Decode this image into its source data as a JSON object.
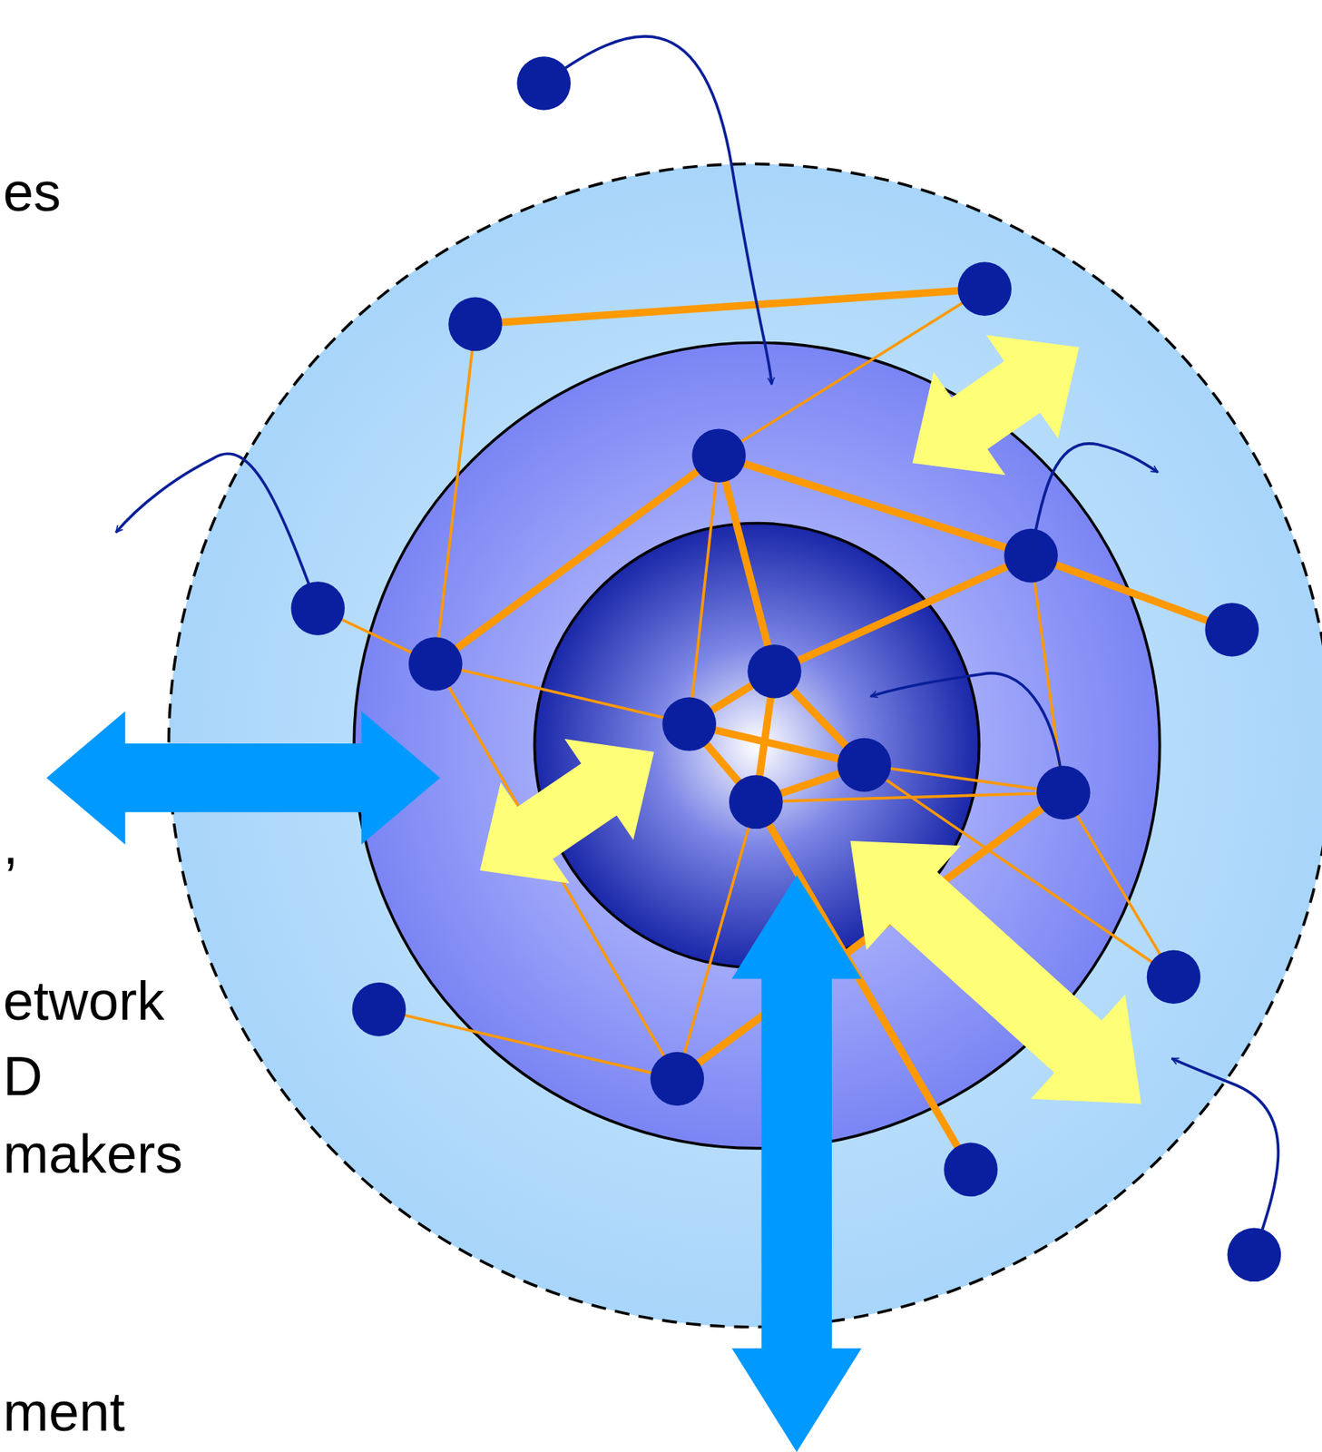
{
  "diagram": {
    "labels": [
      "es",
      ",",
      "etwork",
      "D",
      "makers",
      "ment"
    ]
  }
}
